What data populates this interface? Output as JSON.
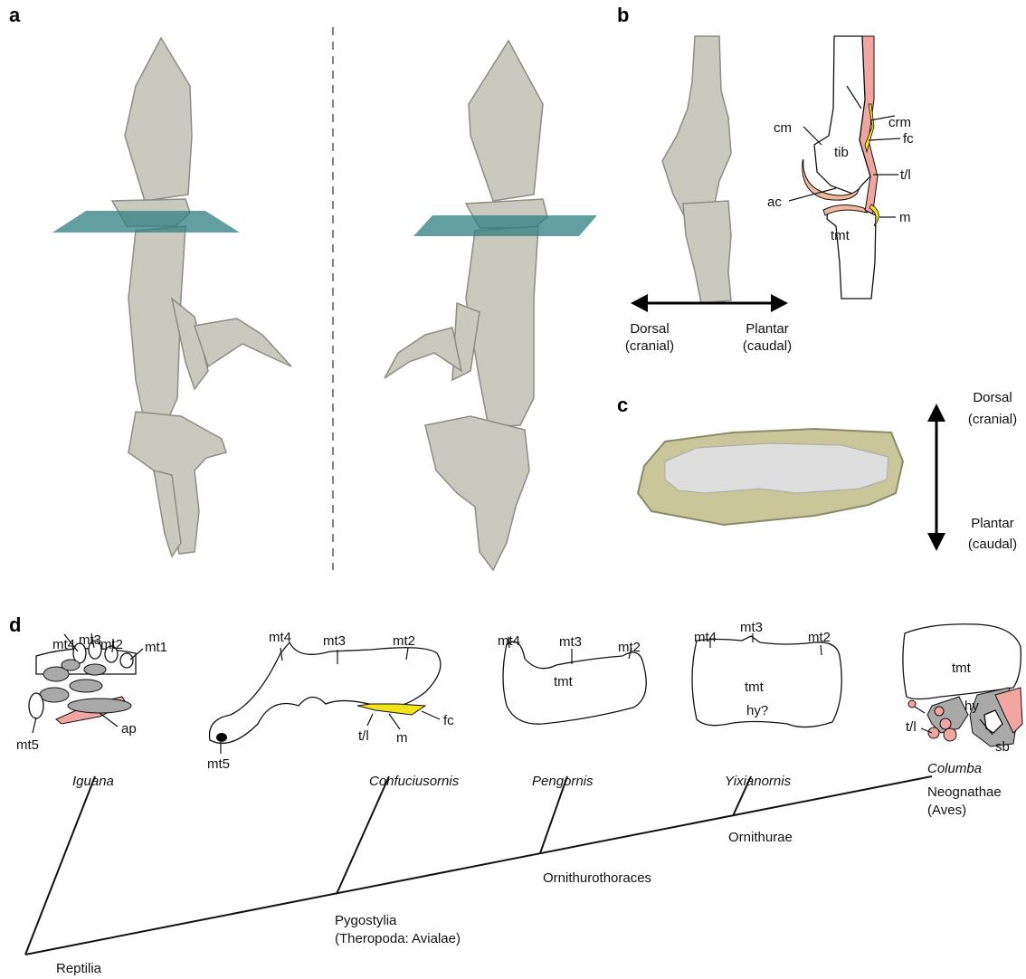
{
  "panels": {
    "a": "a",
    "b": "b",
    "c": "c",
    "d": "d"
  },
  "panel_b": {
    "labels": {
      "crm": "crm",
      "cm": "cm",
      "tib": "tib",
      "fc": "fc",
      "tl": "t/l",
      "ac": "ac",
      "m": "m",
      "tmt": "tmt"
    },
    "axis_left_1": "Dorsal",
    "axis_left_2": "(cranial)",
    "axis_right_1": "Plantar",
    "axis_right_2": "(caudal)"
  },
  "panel_c": {
    "axis_top_1": "Dorsal",
    "axis_top_2": "(cranial)",
    "axis_bottom_1": "Plantar",
    "axis_bottom_2": "(caudal)"
  },
  "panel_d": {
    "iguana": {
      "mt4": "mt4",
      "mt3": "mt3",
      "mt2": "mt2",
      "mt1": "mt1",
      "ap": "ap",
      "mt5": "mt5"
    },
    "confuciusornis": {
      "mt4": "mt4",
      "mt3": "mt3",
      "mt2": "mt2",
      "mt5": "mt5",
      "tl": "t/l",
      "m": "m",
      "fc": "fc"
    },
    "pengornis": {
      "mt4": "mt4",
      "mt3": "mt3",
      "mt2": "mt2",
      "tmt": "tmt"
    },
    "yixianornis": {
      "mt4": "mt4",
      "mt3": "mt3",
      "mt2": "mt2",
      "tmt": "tmt",
      "hy": "hy?"
    },
    "columba": {
      "tmt": "tmt",
      "hy": "hy",
      "tl": "t/l",
      "sb": "sb"
    },
    "taxa": [
      "Iguana",
      "Confuciusornis",
      "Pengornis",
      "Yixianornis",
      "Columba"
    ],
    "clades": {
      "reptilia": "Reptilia",
      "pygostylia": "Pygostylia",
      "pygostylia_sub": "(Theropoda: Avialae)",
      "ornithurothoraces": "Ornithurothoraces",
      "ornithurae": "Ornithurae",
      "neognathae": "Neognathae",
      "neognathae_sub": "(Aves)"
    }
  },
  "colors": {
    "bone": "#c9c9bf",
    "plane": "#2f7f80",
    "pink": "#f2a6a2",
    "yellow": "#f2e31a",
    "gray": "#a9a9a9",
    "cartilage": "#f2b89a"
  }
}
